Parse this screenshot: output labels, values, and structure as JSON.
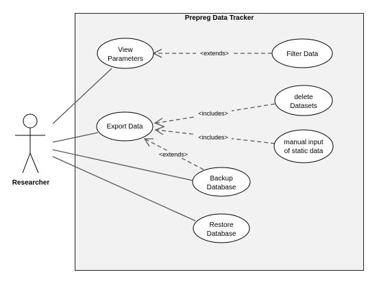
{
  "system": {
    "title": "Prepreg Data Tracker",
    "background": "#f2f2f2",
    "border": "#222222"
  },
  "actor": {
    "name": "Researcher"
  },
  "use_cases": {
    "view_parameters": [
      "View",
      "Parameters"
    ],
    "filter_data": [
      "Filter Data"
    ],
    "export_data": [
      "Export Data"
    ],
    "delete_datasets": [
      "delete",
      "Datasets"
    ],
    "manual_input": [
      "manual input",
      "of static data"
    ],
    "backup_database": [
      "Backup",
      "Database"
    ],
    "restore_database": [
      "Restore",
      "Database"
    ]
  },
  "relations": {
    "filter_extends": "<extends>",
    "delete_includes": "<includes>",
    "manual_includes": "<includes>",
    "backup_extends": "<extends>"
  },
  "colors": {
    "line": "#555555",
    "ellipse_fill": "#ffffff"
  }
}
